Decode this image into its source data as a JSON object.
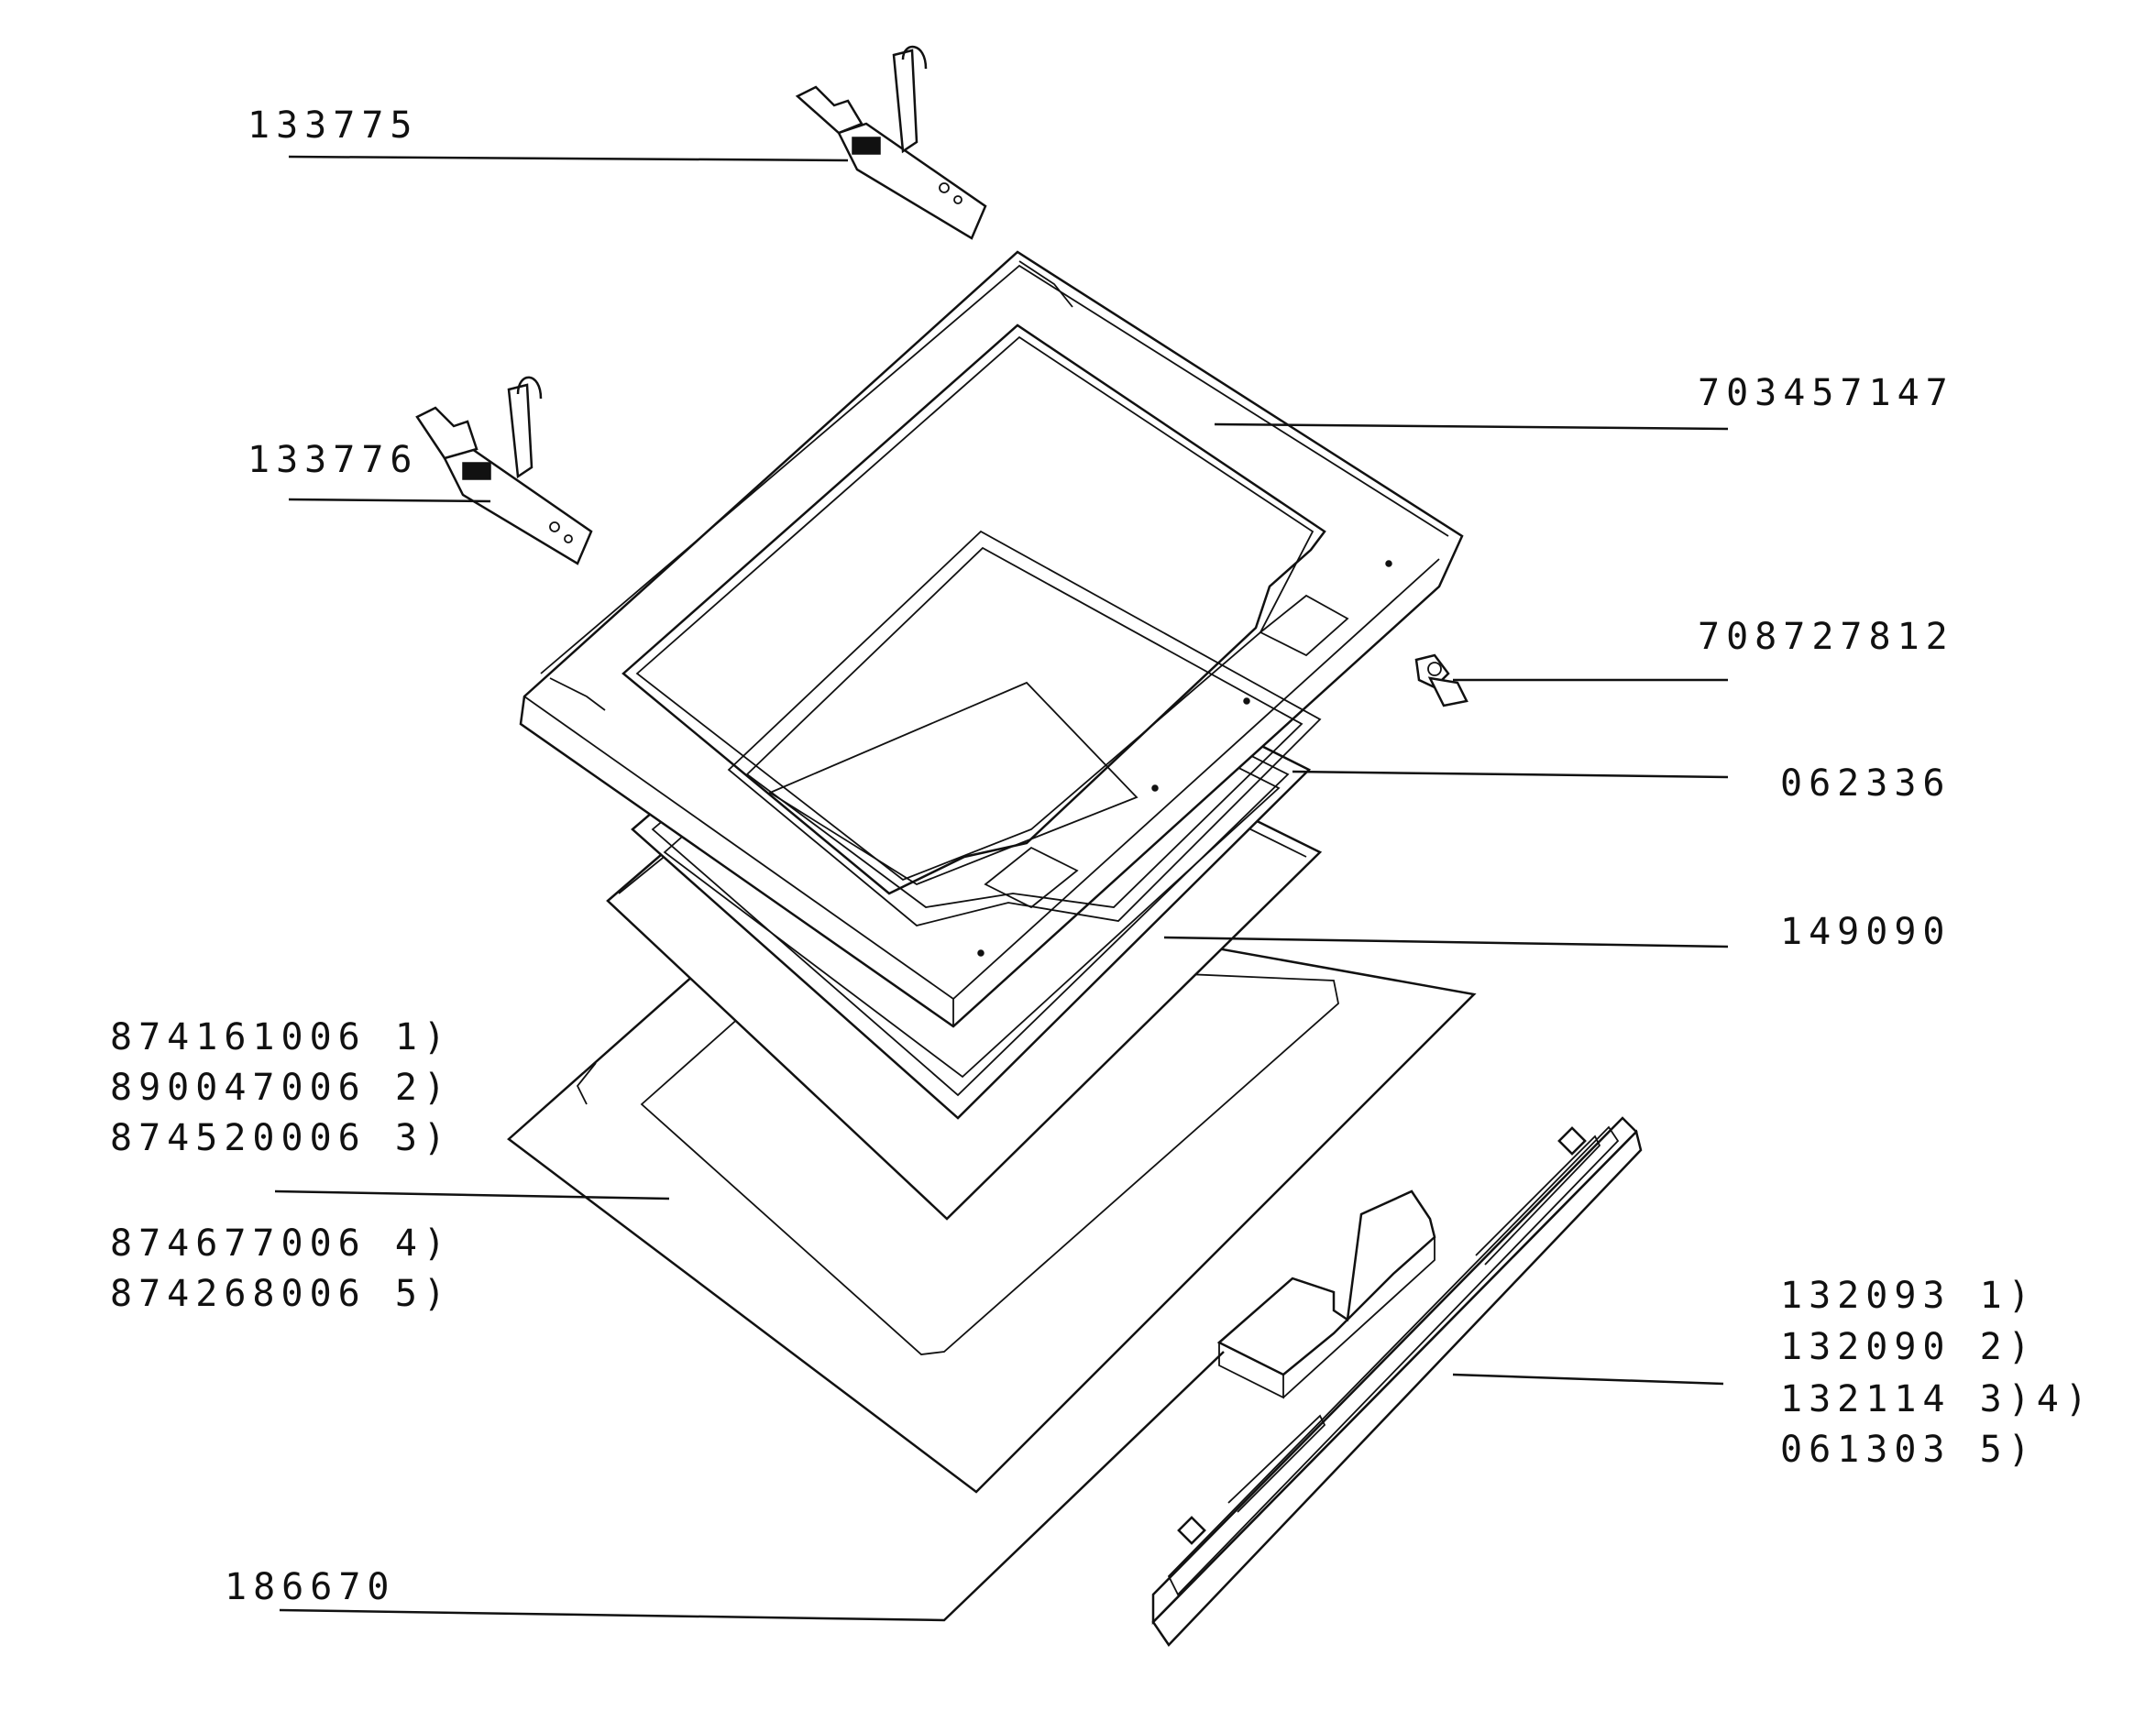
{
  "labels": {
    "l133775": "133775",
    "l133776": "133776",
    "l703457147": "703457147",
    "l708727812": "708727812",
    "l062336": "062336",
    "l149090": "149090",
    "glass1": "874161006 1)",
    "glass2": "890047006 2)",
    "glass3": "874520006 3)",
    "glass4": "874677006 4)",
    "glass5": "874268006 5)",
    "handle1": "132093 1)",
    "handle2": "132090 2)",
    "handle3": "132114 3)4)",
    "handle4": "061303 5)",
    "l186670": "186670"
  }
}
